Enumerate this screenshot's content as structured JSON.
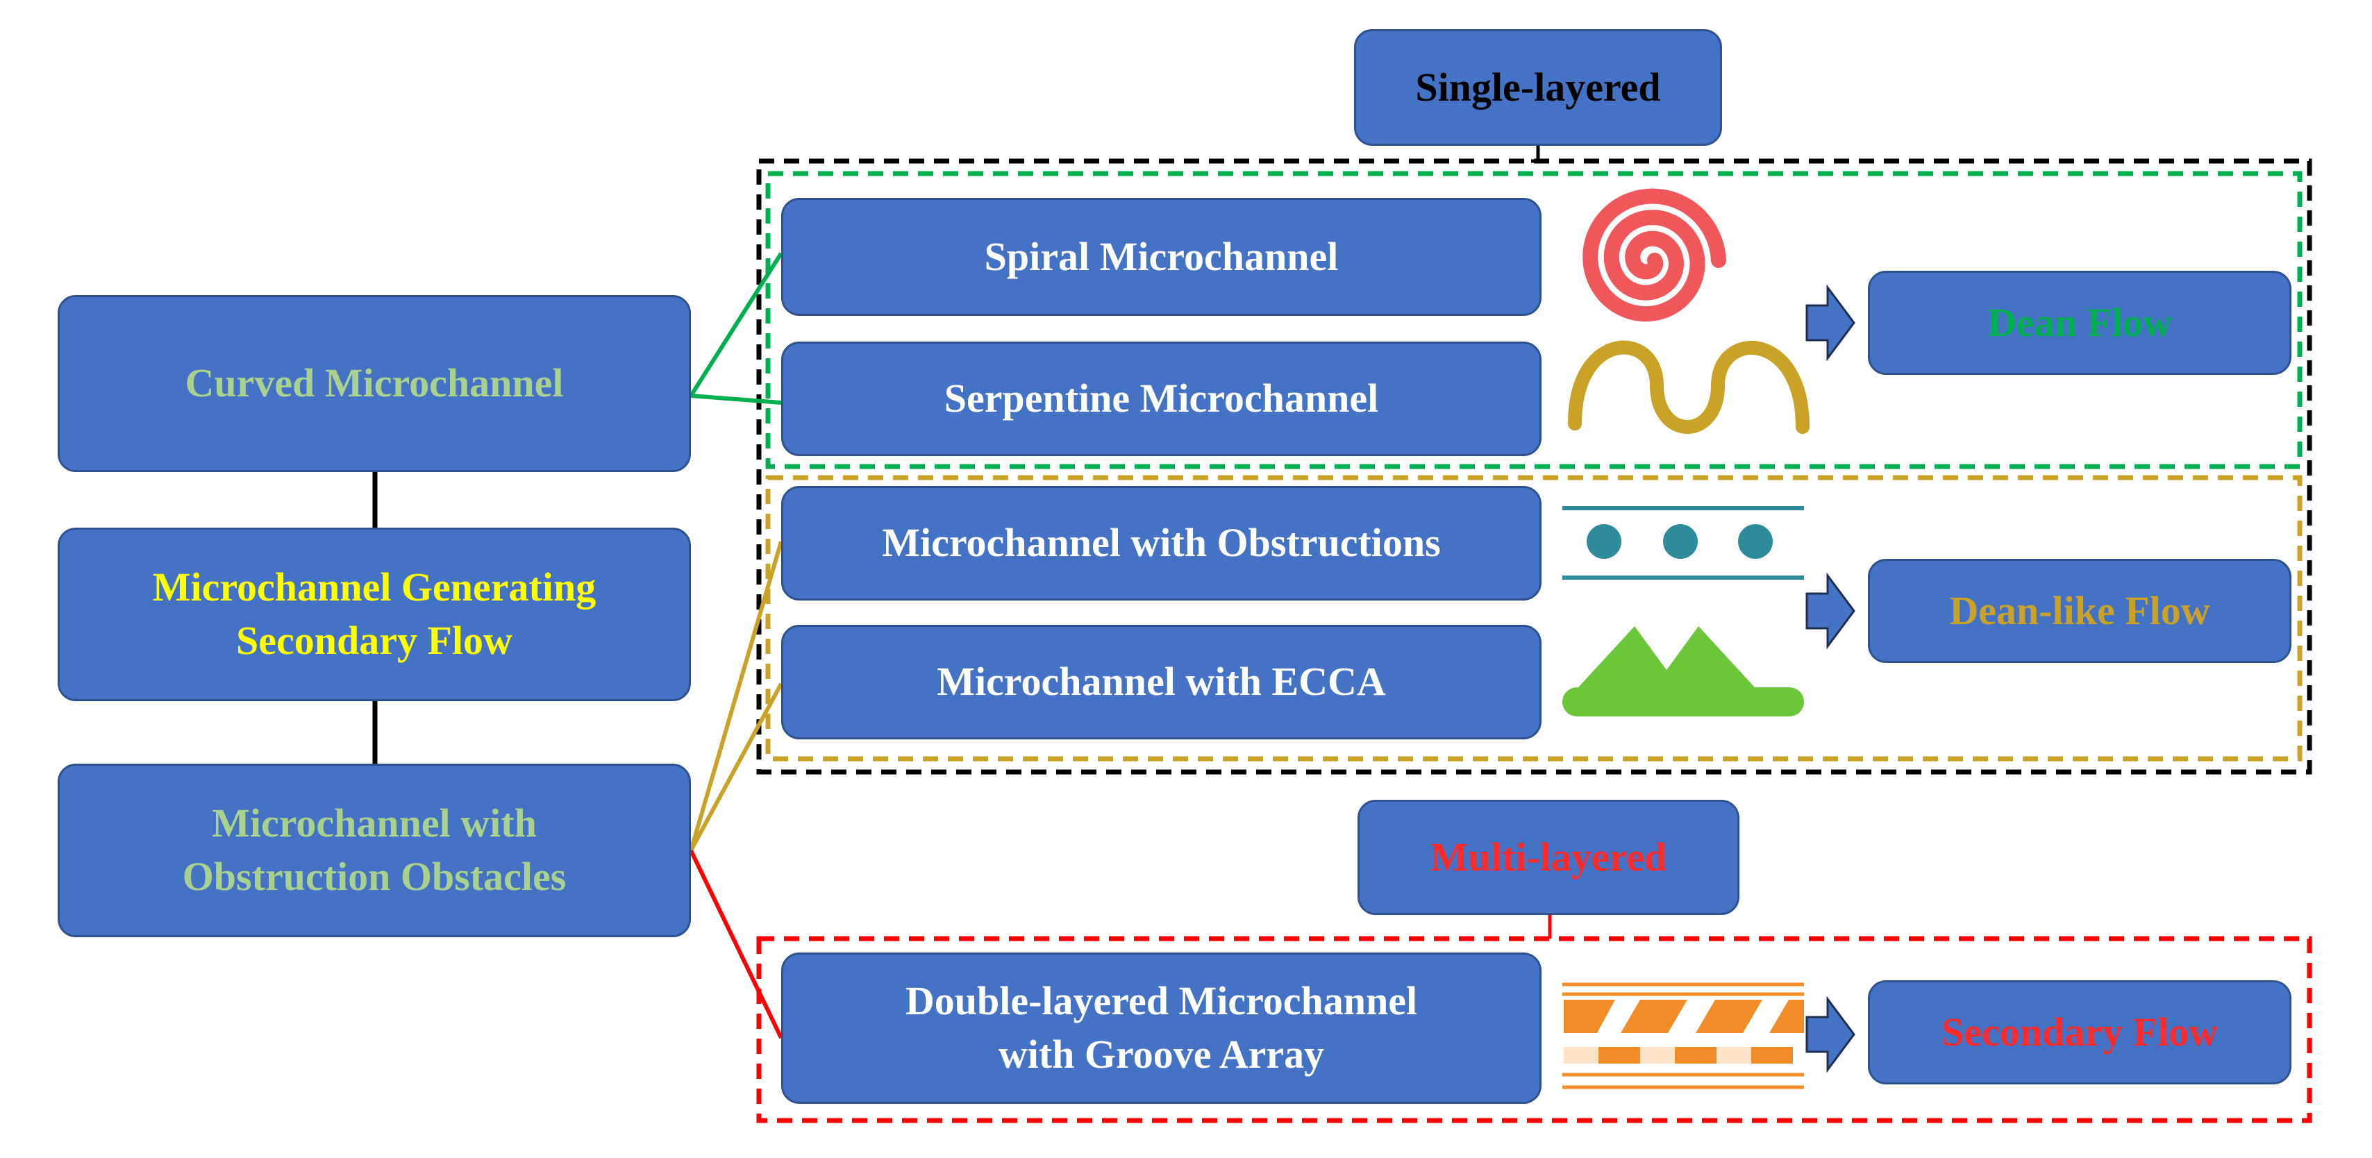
{
  "left_column": {
    "curved": {
      "label": "Curved Microchannel",
      "color": "#a9d18e"
    },
    "center": {
      "line1": "Microchannel Generating",
      "line2": "Secondary Flow",
      "color": "#ffff00"
    },
    "obstruction": {
      "line1": "Microchannel with",
      "line2": "Obstruction Obstacles",
      "color": "#a9d18e"
    }
  },
  "single_layered": {
    "label": "Single-layered",
    "color": "#000000",
    "curved_group": {
      "border_color": "#00b050",
      "items": [
        "Spiral Microchannel",
        "Serpentine Microchannel"
      ],
      "result": {
        "label": "Dean Flow",
        "color": "#00b050"
      }
    },
    "obstacle_group": {
      "border_color": "#c9a227",
      "items": [
        "Microchannel with Obstructions",
        "Microchannel with ECCA"
      ],
      "result": {
        "label": "Dean-like Flow",
        "color": "#c9a227"
      }
    }
  },
  "multi_layered": {
    "label": "Multi-layered",
    "color": "#ff2a2a",
    "border_color": "#ff0000",
    "item": {
      "line1": "Double-layered Microchannel",
      "line2": "with Groove Array"
    },
    "result": {
      "label": "Secondary Flow",
      "color": "#ff2a2a"
    }
  },
  "icons": {
    "spiral": "spiral-icon",
    "serpentine": "serpentine-wave-icon",
    "obstructions": "circular-obstructions-icon",
    "ecca": "ecca-peaks-icon",
    "groove": "groove-array-icon",
    "arrow": "right-arrow-icon"
  }
}
